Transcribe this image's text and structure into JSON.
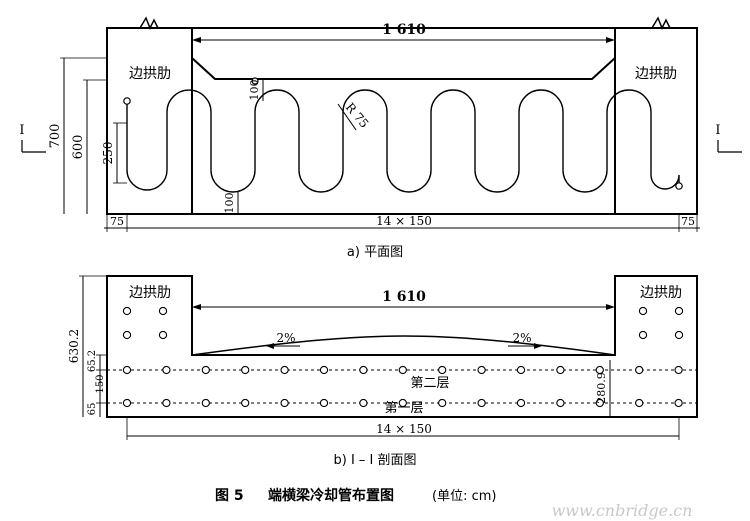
{
  "plan": {
    "span_label": "1 610",
    "rib_left": "边拱肋",
    "rib_right": "边拱肋",
    "dim_700": "700",
    "dim_600": "600",
    "dim_250": "250",
    "dim_100_top": "100",
    "dim_100_bottom": "100",
    "radius_label": "R 75",
    "section_mark_left": "I",
    "section_mark_right": "I",
    "bottom_left": "75",
    "bottom_mid": "14 × 150",
    "bottom_right": "75",
    "caption": "a)  平面图"
  },
  "section": {
    "span_label": "1 610",
    "rib_left": "边拱肋",
    "rib_right": "边拱肋",
    "slope_left": "2%",
    "slope_right": "2%",
    "layer_two": "第二层",
    "layer_one": "第一层",
    "dim_630_2": "630.2",
    "dim_65_2": "65.2",
    "dim_150": "150",
    "dim_65": "65",
    "dim_280_9": "280.9",
    "bottom_mid": "14 × 150",
    "caption": "b)  I – I 剖面图"
  },
  "figure": {
    "number": "图 5",
    "title": "端横梁冷却管布置图",
    "unit": "(单位: cm)"
  },
  "watermark": "www.cnbridge.cn"
}
